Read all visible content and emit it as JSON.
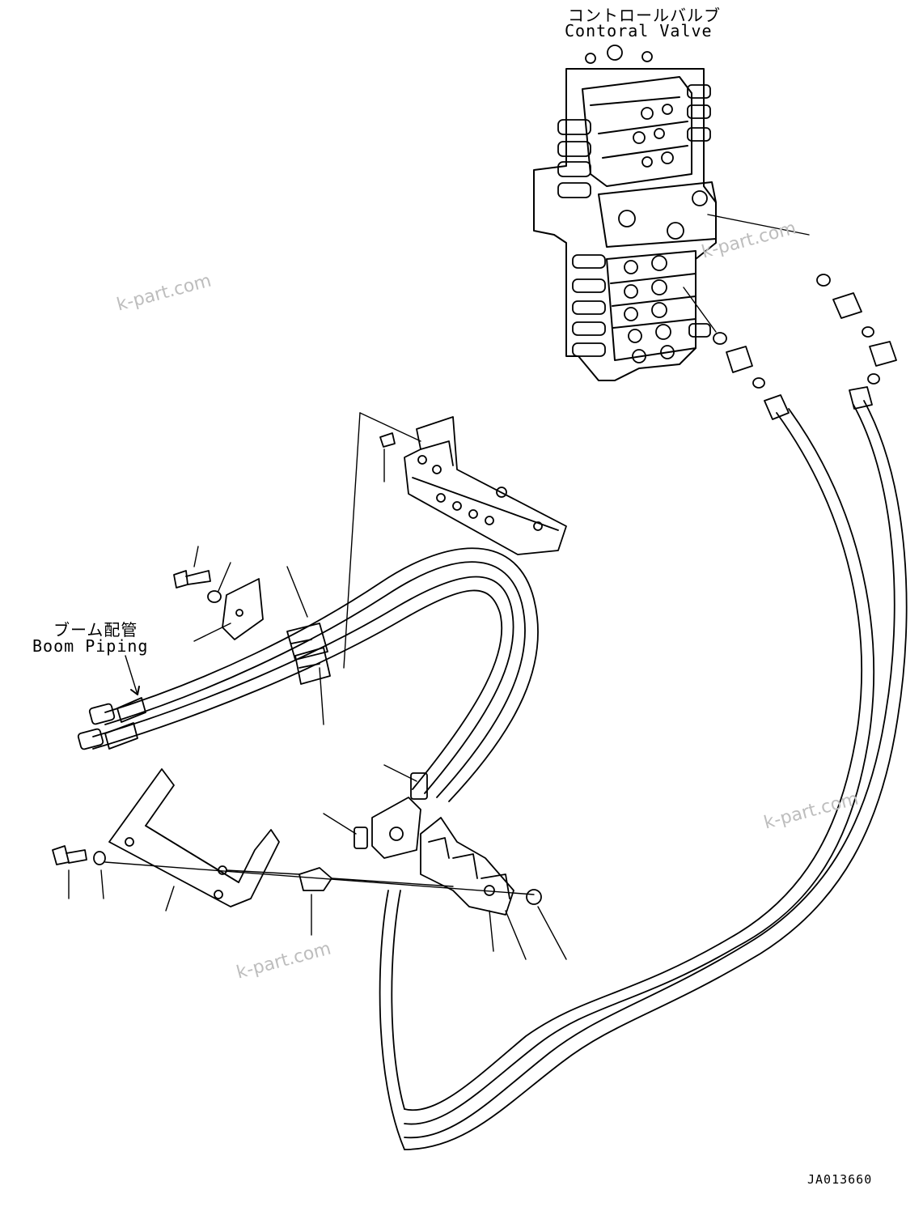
{
  "labels": {
    "control_valve_jp": "コントロールバルブ",
    "control_valve_en": "Contoral Valve",
    "boom_piping_jp": "ブーム配管",
    "boom_piping_en": "Boom Piping",
    "drawing_code": "JA013660"
  },
  "watermark": "k-part.com"
}
